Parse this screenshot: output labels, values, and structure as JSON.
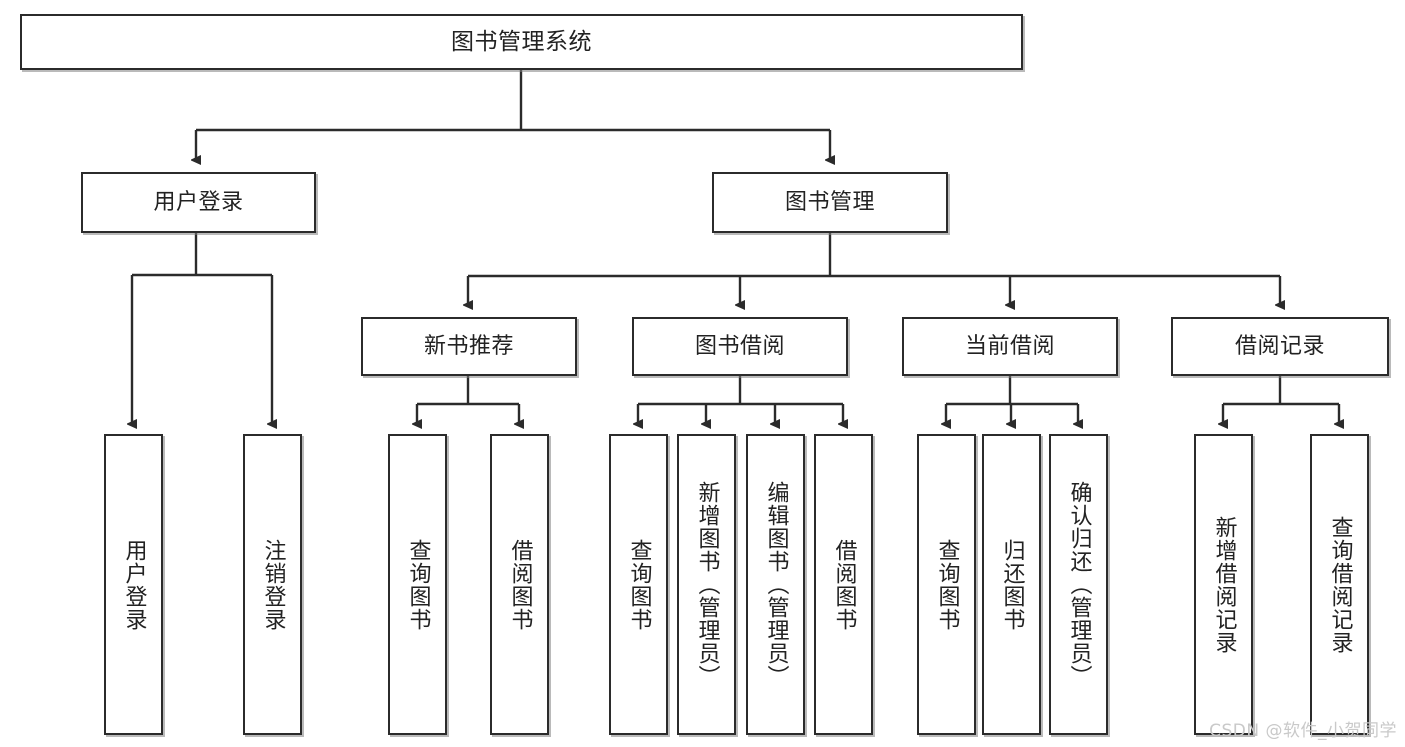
{
  "diagram": {
    "title": "图书管理系统",
    "type": "tree-hierarchy-chart",
    "orientation": "top-down",
    "line_color": "#2b2b2b",
    "box_fill": "#ffffff",
    "box_border": "#2b2b2b",
    "text_color": "#222222"
  },
  "nodes": {
    "root": {
      "label": "图书管理系统"
    },
    "level2": [
      {
        "label": "用户登录"
      },
      {
        "label": "图书管理"
      }
    ],
    "level3": [
      {
        "label": "新书推荐"
      },
      {
        "label": "图书借阅"
      },
      {
        "label": "当前借阅"
      },
      {
        "label": "借阅记录"
      }
    ],
    "leaves": {
      "user_login": [
        {
          "label": "用户登录"
        },
        {
          "label": "注销登录"
        }
      ],
      "new_book_recommend": [
        {
          "label": "查询图书"
        },
        {
          "label": "借阅图书"
        }
      ],
      "book_borrow": [
        {
          "label": "查询图书"
        },
        {
          "label": "新增图书（管理员）"
        },
        {
          "label": "编辑图书（管理员）"
        },
        {
          "label": "借阅图书"
        }
      ],
      "current_borrow": [
        {
          "label": "查询图书"
        },
        {
          "label": "归还图书"
        },
        {
          "label": "确认归还（管理员）"
        }
      ],
      "borrow_record": [
        {
          "label": "新增借阅记录"
        },
        {
          "label": "查询借阅记录"
        }
      ]
    }
  },
  "watermark": {
    "text": "CSDN @软件_小贺同学"
  }
}
